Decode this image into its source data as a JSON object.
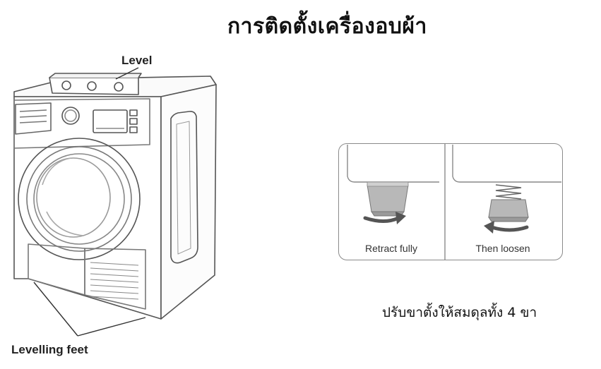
{
  "title": "การติดตั้งเครื่องอบผ้า",
  "labels": {
    "level": "Level",
    "levelling_feet": "Levelling feet"
  },
  "panels": [
    {
      "caption": "Retract fully",
      "icon": "foot-retract-icon"
    },
    {
      "caption": "Then loosen",
      "icon": "foot-loosen-icon"
    }
  ],
  "instruction": "ปรับขาตั้งให้สมดุลทั้ง 4 ขา",
  "colors": {
    "line": "#555555",
    "foot_gray": "#b8b8b8",
    "arrow": "#555555"
  }
}
